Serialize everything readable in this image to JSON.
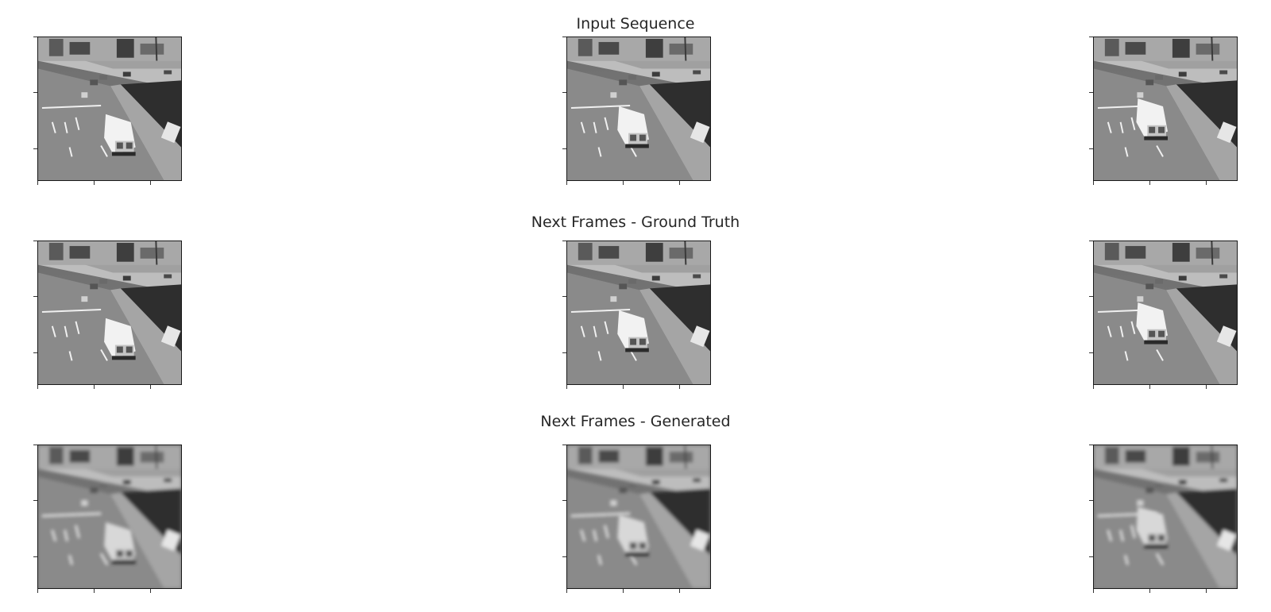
{
  "rows": [
    {
      "key": "input",
      "title": "Input Sequence",
      "frames": [
        "frame-1",
        "frame-2",
        "frame-3"
      ],
      "style": "sharp"
    },
    {
      "key": "ground_truth",
      "title": "Next Frames - Ground Truth",
      "frames": [
        "frame-1",
        "frame-2",
        "frame-3"
      ],
      "style": "sharp"
    },
    {
      "key": "generated",
      "title": "Next Frames - Generated",
      "frames": [
        "frame-1",
        "frame-2",
        "frame-3"
      ],
      "style": "blurry"
    }
  ],
  "colormap": "grayscale",
  "colors": {
    "road": "#8a8a8a",
    "grass": "#2e2e2e",
    "van": "#f2f2f2",
    "frame_border": "#1a1a1a"
  }
}
